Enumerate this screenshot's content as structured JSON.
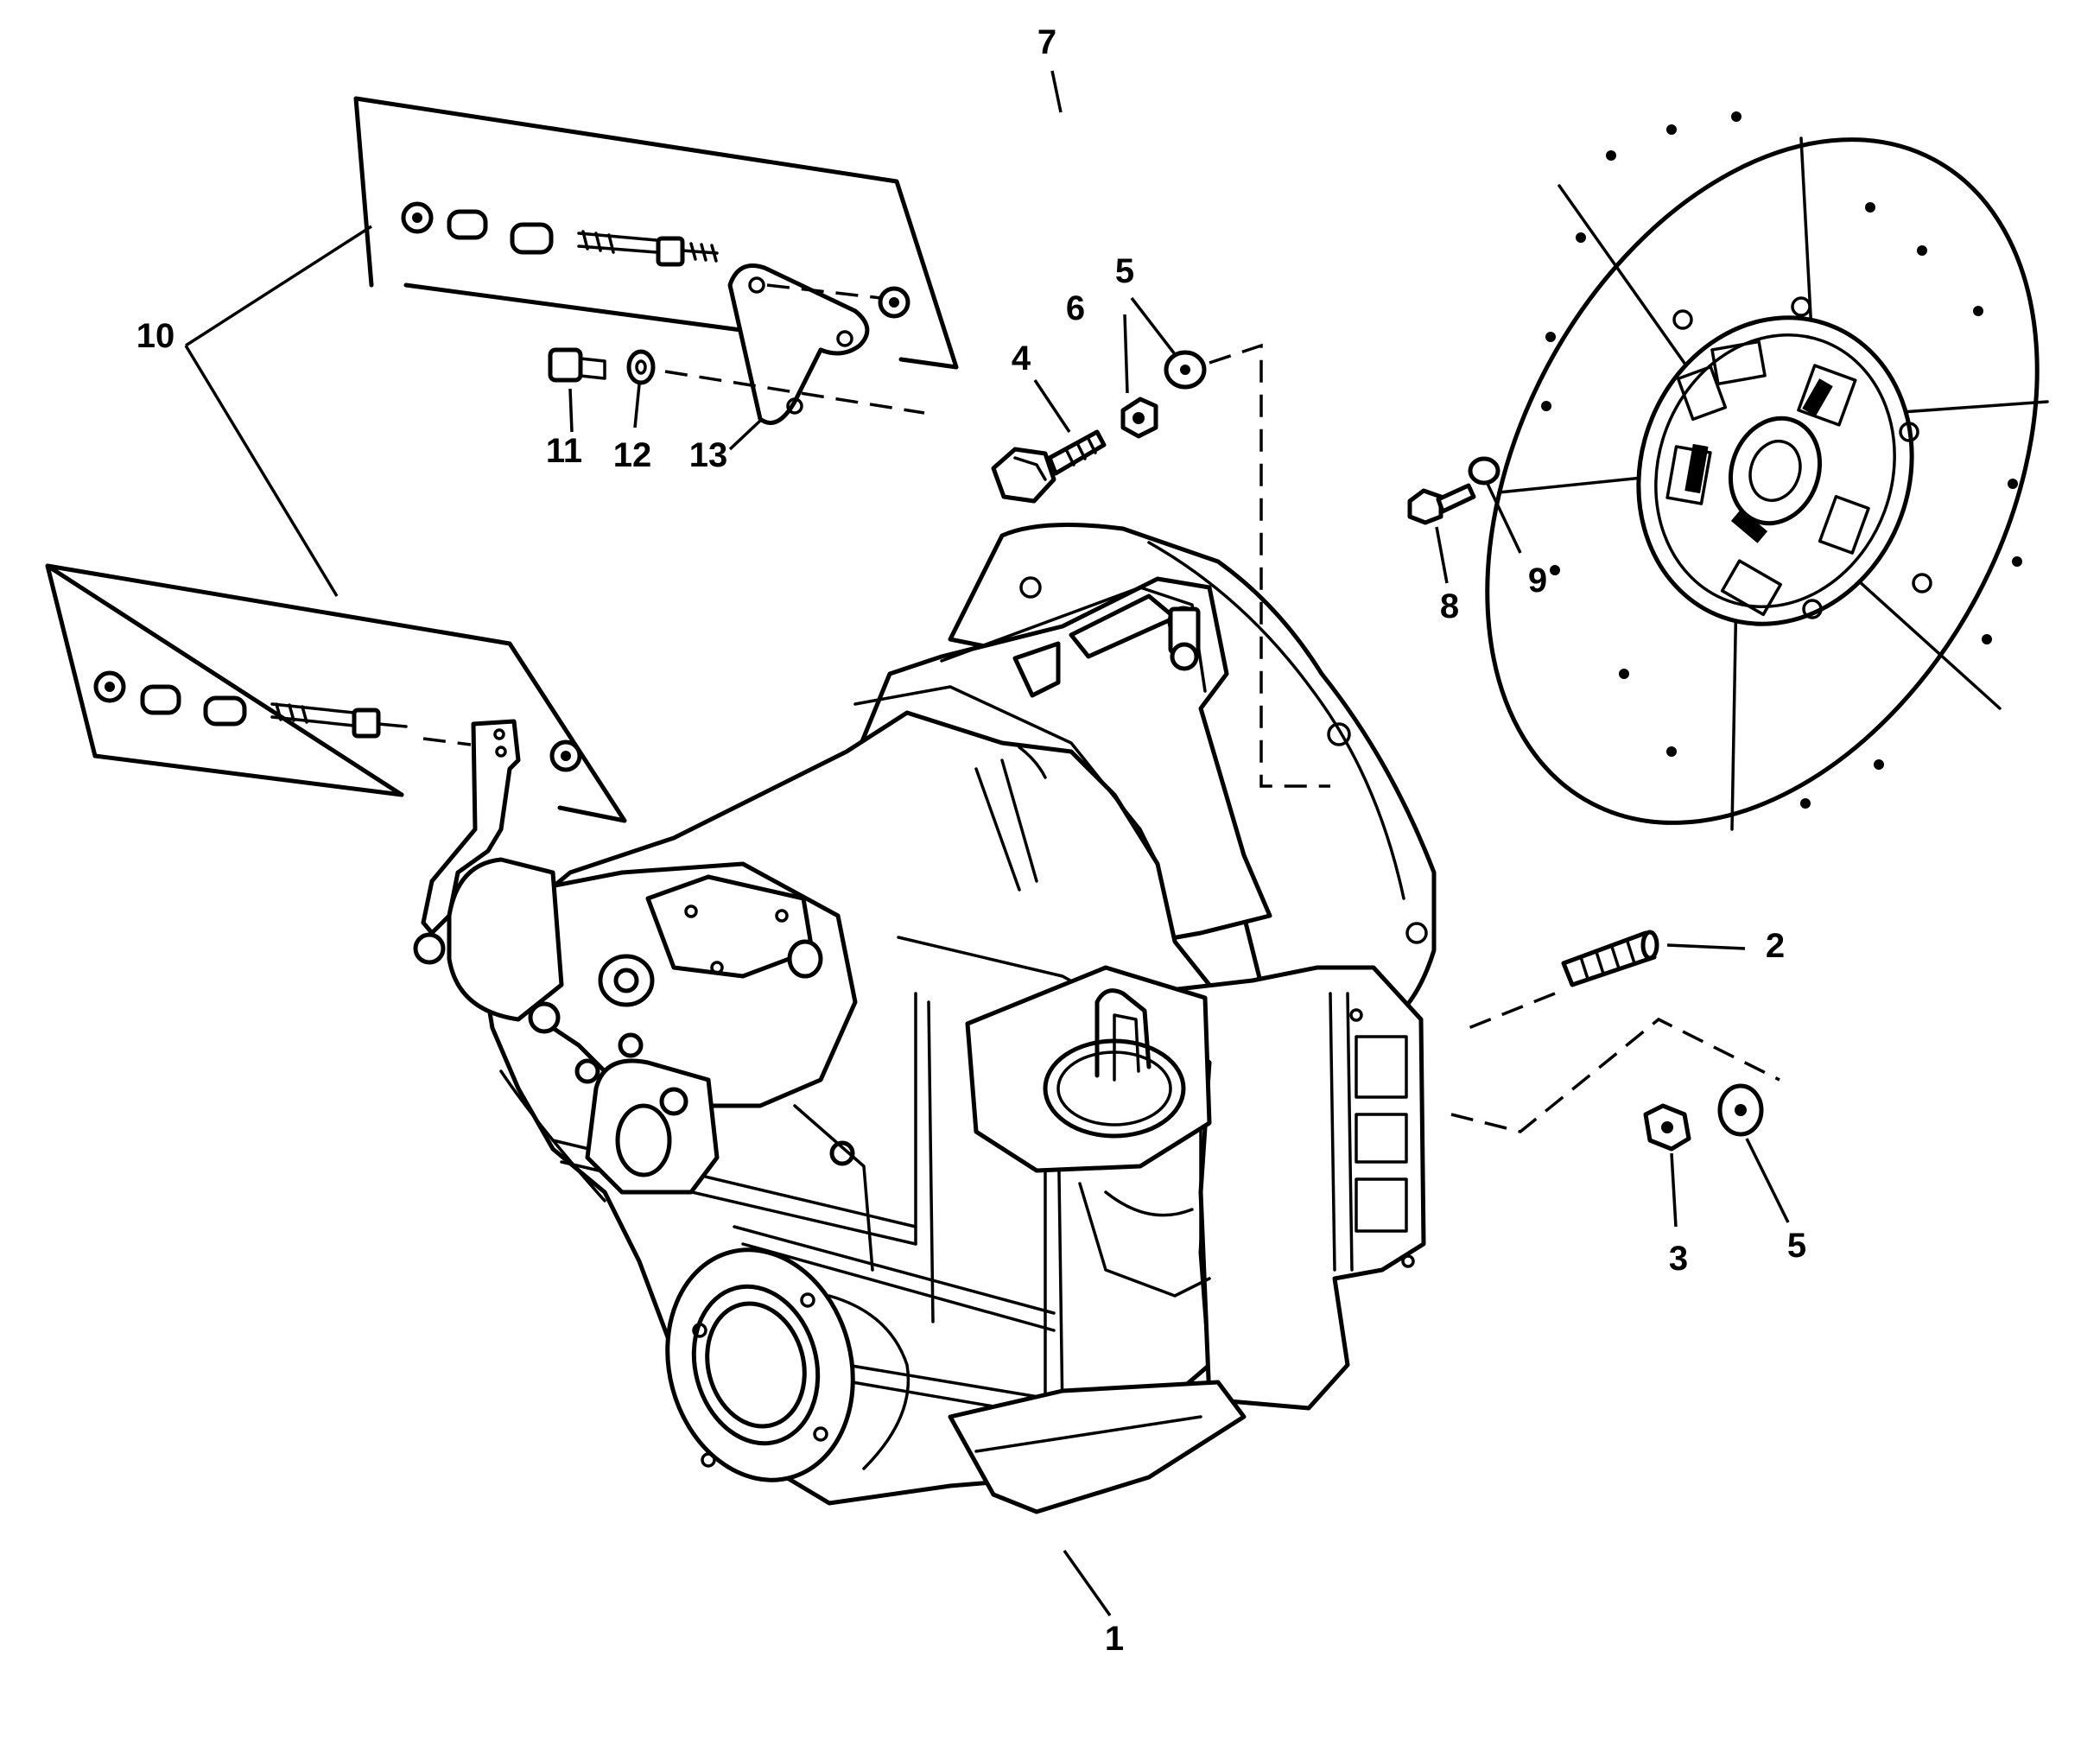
{
  "callouts": [
    {
      "id": "housing",
      "number": "1"
    },
    {
      "id": "stud",
      "number": "2"
    },
    {
      "id": "nut",
      "number": "3"
    },
    {
      "id": "bolt",
      "number": "4"
    },
    {
      "id": "washer-upper",
      "number": "5"
    },
    {
      "id": "washer-lower",
      "number": "5"
    },
    {
      "id": "lockwasher",
      "number": "6"
    },
    {
      "id": "damper-plate",
      "number": "7"
    },
    {
      "id": "screw",
      "number": "8"
    },
    {
      "id": "damper-washer",
      "number": "9"
    },
    {
      "id": "linkage-kit",
      "number": "10"
    },
    {
      "id": "bracket-bolt",
      "number": "11"
    },
    {
      "id": "bracket-lockwasher",
      "number": "12"
    },
    {
      "id": "bracket",
      "number": "13"
    }
  ]
}
